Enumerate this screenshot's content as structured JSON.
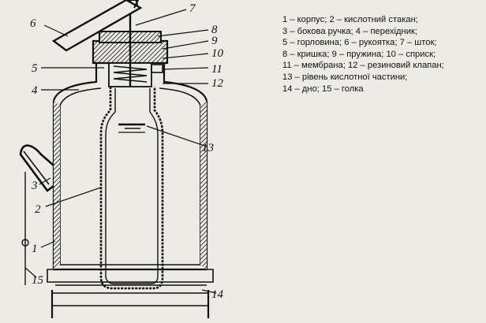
{
  "callouts": [
    {
      "id": "1",
      "text": "1"
    },
    {
      "id": "2",
      "text": "2"
    },
    {
      "id": "3",
      "text": "3"
    },
    {
      "id": "4",
      "text": "4"
    },
    {
      "id": "5",
      "text": "5"
    },
    {
      "id": "6",
      "text": "6"
    },
    {
      "id": "7",
      "text": "7"
    },
    {
      "id": "8",
      "text": "8"
    },
    {
      "id": "9",
      "text": "9"
    },
    {
      "id": "10",
      "text": "10"
    },
    {
      "id": "11",
      "text": "11"
    },
    {
      "id": "12",
      "text": "12"
    },
    {
      "id": "13",
      "text": "13"
    },
    {
      "id": "14",
      "text": "14"
    },
    {
      "id": "15",
      "text": "15"
    }
  ],
  "legend": {
    "lines": [
      "1 – корпус; 2 – кислотний стакан;",
      "3 – бокова ручка; 4 – перехідник;",
      "5 – горловина; 6 – рукоятка; 7 – шток;",
      "8 – кришка; 9 – пружина; 10 – сприск;",
      "11 – мембрана; 12 – резиновий клапан;",
      "13 – рівень кислотної частини;",
      "14 – дно; 15 – голка"
    ]
  }
}
